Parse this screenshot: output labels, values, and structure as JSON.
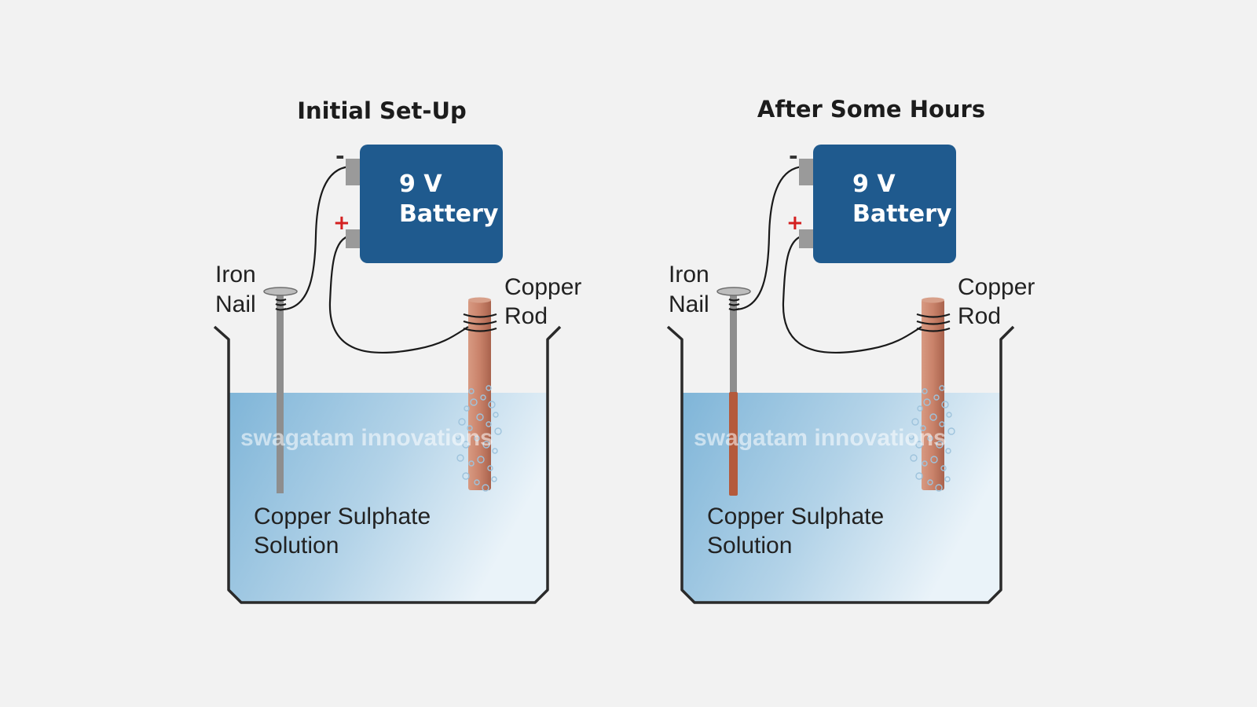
{
  "panels": [
    {
      "id": "initial",
      "title": "Initial Set-Up",
      "battery": {
        "line1": "9 V",
        "line2": "Battery",
        "minus": "-",
        "plus": "+"
      },
      "nail_label": {
        "line1": "Iron",
        "line2": "Nail"
      },
      "rod_label": {
        "line1": "Copper",
        "line2": "Rod"
      },
      "solution_label": {
        "line1": "Copper Sulphate",
        "line2": "Solution"
      },
      "watermark": "swagatam innovations",
      "nail_copper_coated": false
    },
    {
      "id": "after",
      "title": "After Some Hours",
      "battery": {
        "line1": "9 V",
        "line2": "Battery",
        "minus": "-",
        "plus": "+"
      },
      "nail_label": {
        "line1": "Iron",
        "line2": "Nail"
      },
      "rod_label": {
        "line1": "Copper",
        "line2": "Rod"
      },
      "solution_label": {
        "line1": "Copper Sulphate",
        "line2": "Solution"
      },
      "watermark": "swagatam innovations",
      "nail_copper_coated": true
    }
  ],
  "colors": {
    "battery": "#1f5a8e",
    "terminal": "#9a9a9a",
    "nail": "#8e8e8e",
    "nail_coated": "#b45a3c",
    "copper_rod": "#c9826a",
    "solution_dark": "#7fb5d8",
    "solution_light": "#eaf3f9"
  }
}
